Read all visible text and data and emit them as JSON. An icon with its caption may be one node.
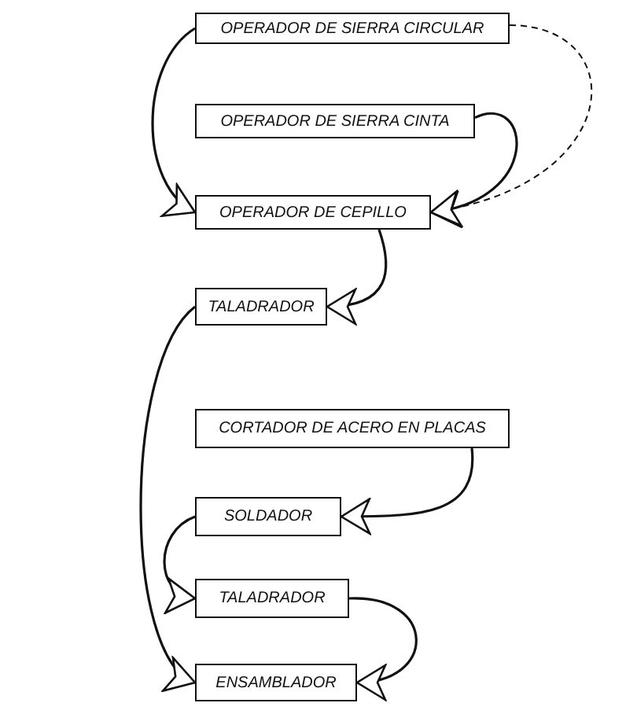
{
  "diagram": {
    "nodes": [
      {
        "text": [
          "OPERADOR DE SIERRA CIRCULAR"
        ]
      },
      {
        "text": [
          "OPERADOR DE SIERRA CINTA"
        ]
      },
      {
        "text": [
          "OPERADOR DE CEPILLO"
        ]
      },
      {
        "text": [
          "TALADRADOR"
        ]
      },
      {
        "text": [
          "CORTADOR DE ACERO EN PLACAS"
        ]
      },
      {
        "text": [
          "SOLDADOR"
        ]
      },
      {
        "text": [
          "TALADRADOR"
        ]
      },
      {
        "text": [
          "ENSAMBLADOR"
        ]
      }
    ],
    "edges": [
      {
        "from": 0,
        "to": 2,
        "arrow": "to"
      },
      {
        "from": 1,
        "to": 2,
        "arrow": "to"
      },
      {
        "from": 0,
        "to": 2,
        "arrow": "to",
        "style": "dashed"
      },
      {
        "from": 2,
        "to": 3,
        "arrow": "to"
      },
      {
        "from": 3,
        "to": 7,
        "arrow": "to"
      },
      {
        "from": 4,
        "to": 5,
        "arrow": "to"
      },
      {
        "from": 5,
        "to": 6,
        "arrow": "to"
      },
      {
        "from": 6,
        "to": 7,
        "arrow": "to"
      }
    ]
  }
}
